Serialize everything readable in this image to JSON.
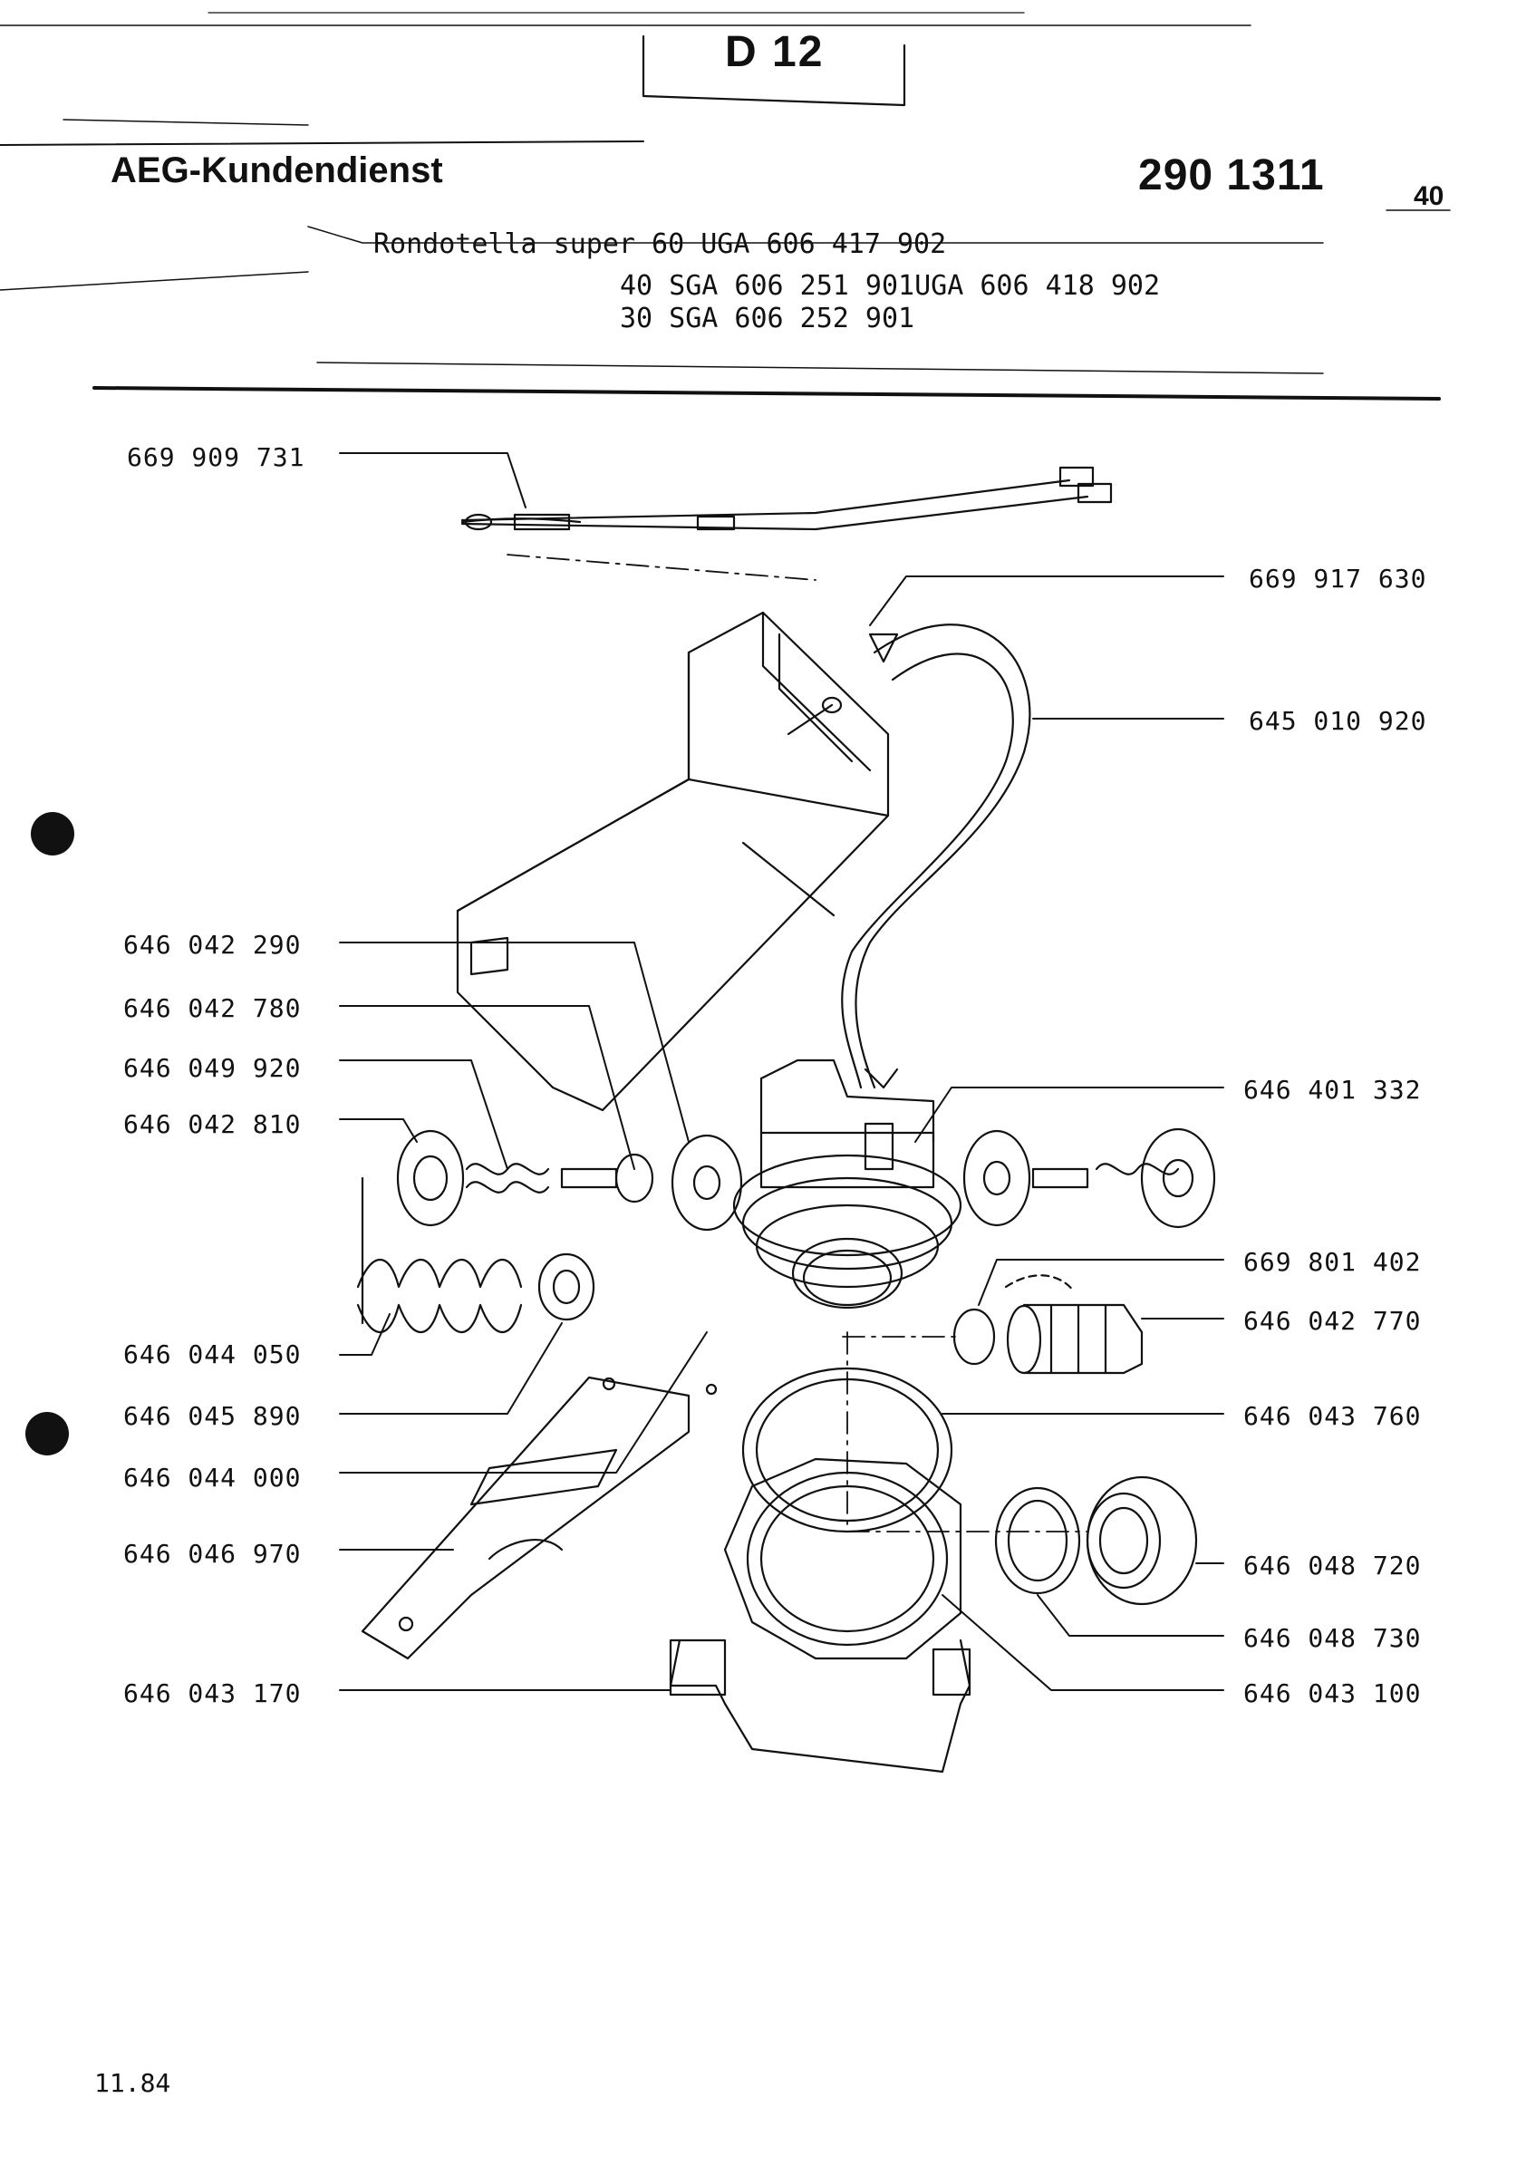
{
  "sheet": {
    "code": "D 12",
    "company": "AEG-Kundendienst",
    "document_number": "290 1311",
    "page": "40",
    "date": "11.84"
  },
  "models": [
    "Rondotella super 60 UGA 606 417 902",
    "40 SGA 606 251 901UGA 606 418 902",
    "30 SGA 606 252 901"
  ],
  "parts_left": [
    "669 909 731",
    "646 042 290",
    "646 042 780",
    "646 049 920",
    "646 042 810",
    "646 044 050",
    "646 045 890",
    "646 044 000",
    "646 046 970",
    "646 043 170"
  ],
  "parts_right": [
    "669 917 630",
    "645 010 920",
    "646 401 332",
    "669 801 402",
    "646 042 770",
    "646 043 760",
    "646 048 720",
    "646 048 730",
    "646 043 100"
  ]
}
